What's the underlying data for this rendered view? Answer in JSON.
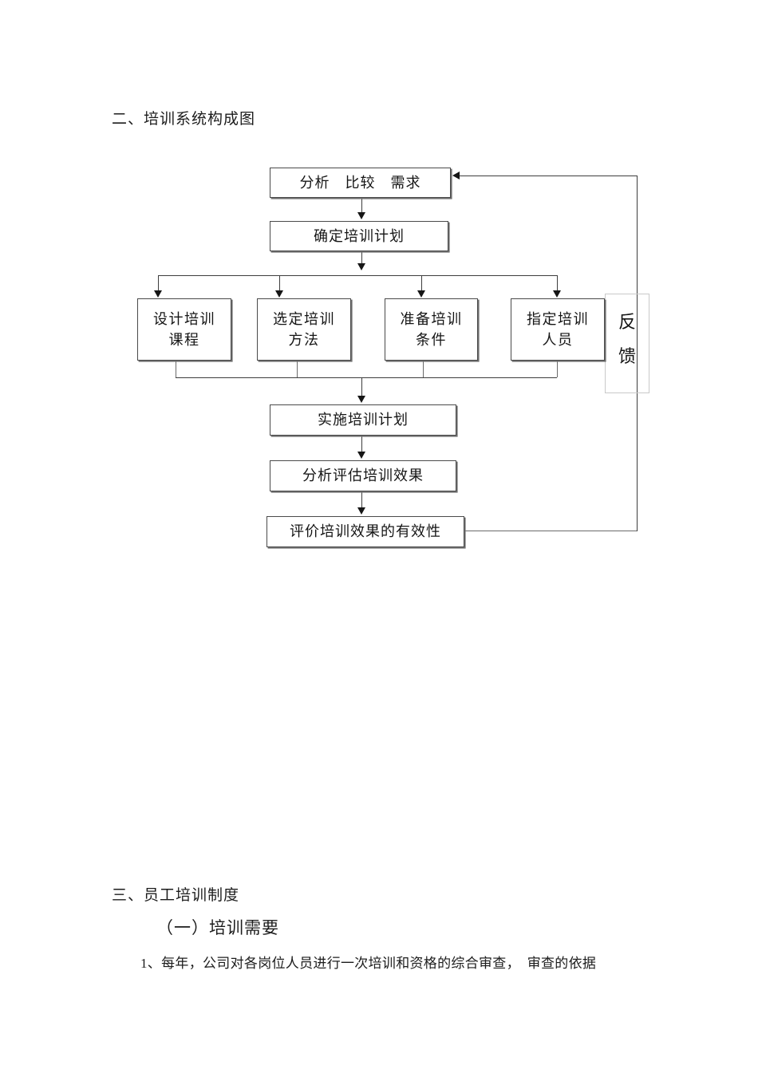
{
  "document": {
    "headings": {
      "section_two": "二、培训系统构成图",
      "section_three": "三、员工培训制度",
      "subsection_one": "（一）培训需要"
    },
    "paragraphs": {
      "item_1": "1、每年，公司对各岗位人员进行一次培训和资格的综合审查，　审查的依据"
    }
  },
  "chart_data": {
    "type": "diagram",
    "title": "培训系统构成图",
    "nodes": [
      {
        "id": "n1",
        "label": "分析　比较　需求",
        "line1": "分析　比较　需求",
        "line2": ""
      },
      {
        "id": "n2",
        "label": "确定培训计划",
        "line1": "确定培训计划",
        "line2": ""
      },
      {
        "id": "n3",
        "label": "设计培训课程",
        "line1": "设计培训",
        "line2": "课程"
      },
      {
        "id": "n4",
        "label": "选定培训方法",
        "line1": "选定培训",
        "line2": "方法"
      },
      {
        "id": "n5",
        "label": "准备培训条件",
        "line1": "准备培训",
        "line2": "条件"
      },
      {
        "id": "n6",
        "label": "指定培训人员",
        "line1": "指定培训",
        "line2": "人员"
      },
      {
        "id": "n7",
        "label": "实施培训计划",
        "line1": "实施培训计划",
        "line2": ""
      },
      {
        "id": "n8",
        "label": "分析评估培训效果",
        "line1": "分析评估培训效果",
        "line2": ""
      },
      {
        "id": "n9",
        "label": "评价培训效果的有效性",
        "line1": "评价培训效果的有效性",
        "line2": ""
      }
    ],
    "annotations": [
      {
        "id": "feedback",
        "char1": "反",
        "char2": "馈",
        "label": "反馈"
      }
    ],
    "edges": [
      {
        "from": "n1",
        "to": "n2",
        "type": "arrow-down"
      },
      {
        "from": "n2",
        "to": "n3",
        "type": "arrow-down"
      },
      {
        "from": "n2",
        "to": "n4",
        "type": "arrow-down"
      },
      {
        "from": "n2",
        "to": "n5",
        "type": "arrow-down"
      },
      {
        "from": "n2",
        "to": "n6",
        "type": "arrow-down"
      },
      {
        "from": "n3",
        "to": "n7",
        "type": "merge"
      },
      {
        "from": "n4",
        "to": "n7",
        "type": "merge"
      },
      {
        "from": "n5",
        "to": "n7",
        "type": "merge"
      },
      {
        "from": "n6",
        "to": "n7",
        "type": "merge"
      },
      {
        "from": "n7",
        "to": "n8",
        "type": "arrow-down"
      },
      {
        "from": "n8",
        "to": "n9",
        "type": "arrow-down"
      },
      {
        "from": "n9",
        "to": "n1",
        "type": "feedback-loop-arrow-left"
      }
    ],
    "colors": {
      "node_border": "#4a4a4a",
      "node_shadow": "#6f6f6f",
      "connector": "#3d3d3d",
      "feedback_border": "#c9c9c9",
      "background": "#ffffff",
      "text": "#151515"
    }
  }
}
